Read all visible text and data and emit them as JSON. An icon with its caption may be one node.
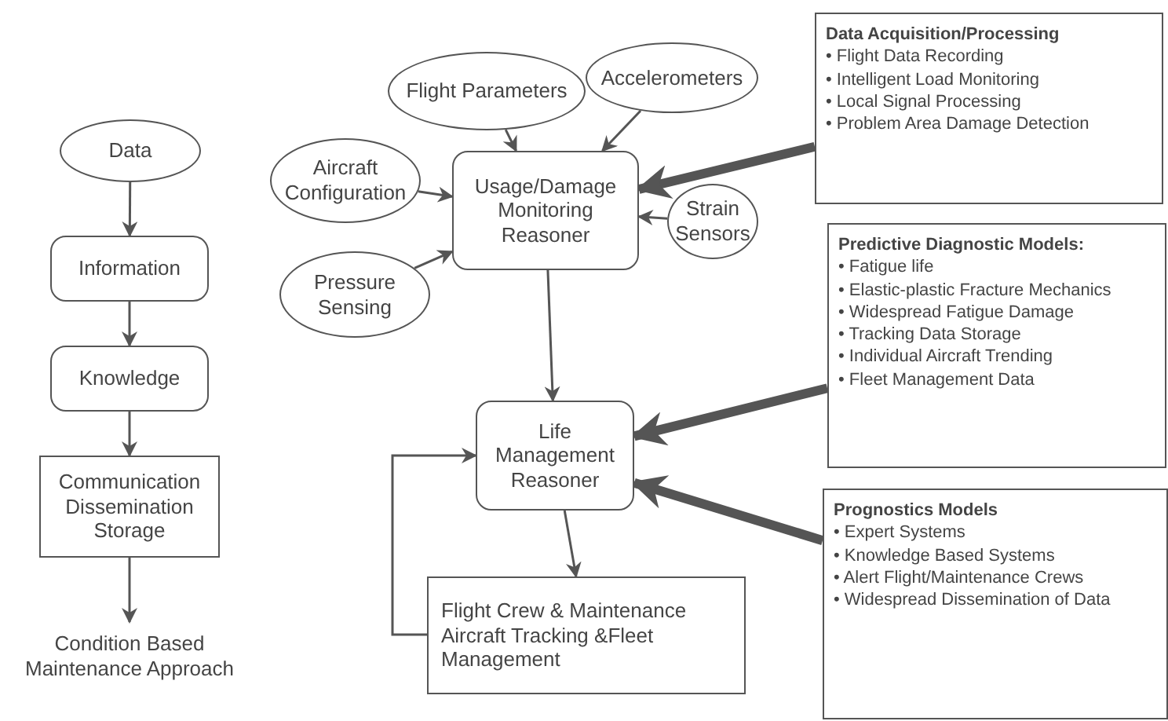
{
  "diagram": {
    "nodes": [
      {
        "text": [
          "Data"
        ]
      },
      {
        "text": [
          "Information"
        ]
      },
      {
        "text": [
          "Knowledge"
        ]
      },
      {
        "text": [
          "Communication Dissemination Storage"
        ]
      },
      {
        "text": [
          "Condition Based Maintenance Approach"
        ]
      },
      {
        "text": [
          "Flight Parameters"
        ]
      },
      {
        "text": [
          "Accelerometers"
        ]
      },
      {
        "text": [
          "Aircraft Configuration"
        ]
      },
      {
        "text": [
          "Usage/Damage Monitoring Reasoner"
        ]
      },
      {
        "text": [
          "Strain Sensors"
        ]
      },
      {
        "text": [
          "Pressure Sensing"
        ]
      },
      {
        "text": [
          "Life Management Reasoner"
        ]
      },
      {
        "text": [
          "Flight Crew & Maintenance Aircraft Tracking &Fleet Management"
        ]
      },
      {
        "text": [
          "Data Acquisition/Processing",
          "• Flight Data Recording",
          "• Intelligent Load Monitoring",
          "• Local Signal Processing",
          "• Problem Area Damage Detection"
        ]
      },
      {
        "text": [
          "Predictive Diagnostic Models:",
          "• Fatigue life",
          "• Elastic-plastic Fracture Mechanics",
          "• Widespread Fatigue Damage",
          "• Tracking Data Storage",
          "• Individual Aircraft Trending",
          "• Fleet Management Data"
        ]
      },
      {
        "text": [
          "Prognostics Models",
          "• Expert Systems",
          "• Knowledge Based Systems",
          "• Alert Flight/Maintenance Crews",
          "• Widespread Dissemination of Data"
        ]
      }
    ],
    "edges": [
      {
        "from": 0,
        "to": 1,
        "arrow": "to"
      },
      {
        "from": 1,
        "to": 2,
        "arrow": "to"
      },
      {
        "from": 2,
        "to": 3,
        "arrow": "to"
      },
      {
        "from": 3,
        "to": 4,
        "arrow": "to"
      },
      {
        "from": 5,
        "to": 8,
        "arrow": "to"
      },
      {
        "from": 6,
        "to": 8,
        "arrow": "to"
      },
      {
        "from": 7,
        "to": 8,
        "arrow": "to"
      },
      {
        "from": 9,
        "to": 8,
        "arrow": "to"
      },
      {
        "from": 10,
        "to": 8,
        "arrow": "to"
      },
      {
        "from": 13,
        "to": 8,
        "arrow": "to",
        "style": "thick"
      },
      {
        "from": 8,
        "to": 11,
        "arrow": "to"
      },
      {
        "from": 14,
        "to": 11,
        "arrow": "to",
        "style": "thick"
      },
      {
        "from": 15,
        "to": 11,
        "arrow": "to",
        "style": "thick"
      },
      {
        "from": 11,
        "to": 12,
        "arrow": "to"
      },
      {
        "from": 12,
        "to": 11,
        "arrow": "to"
      }
    ]
  }
}
